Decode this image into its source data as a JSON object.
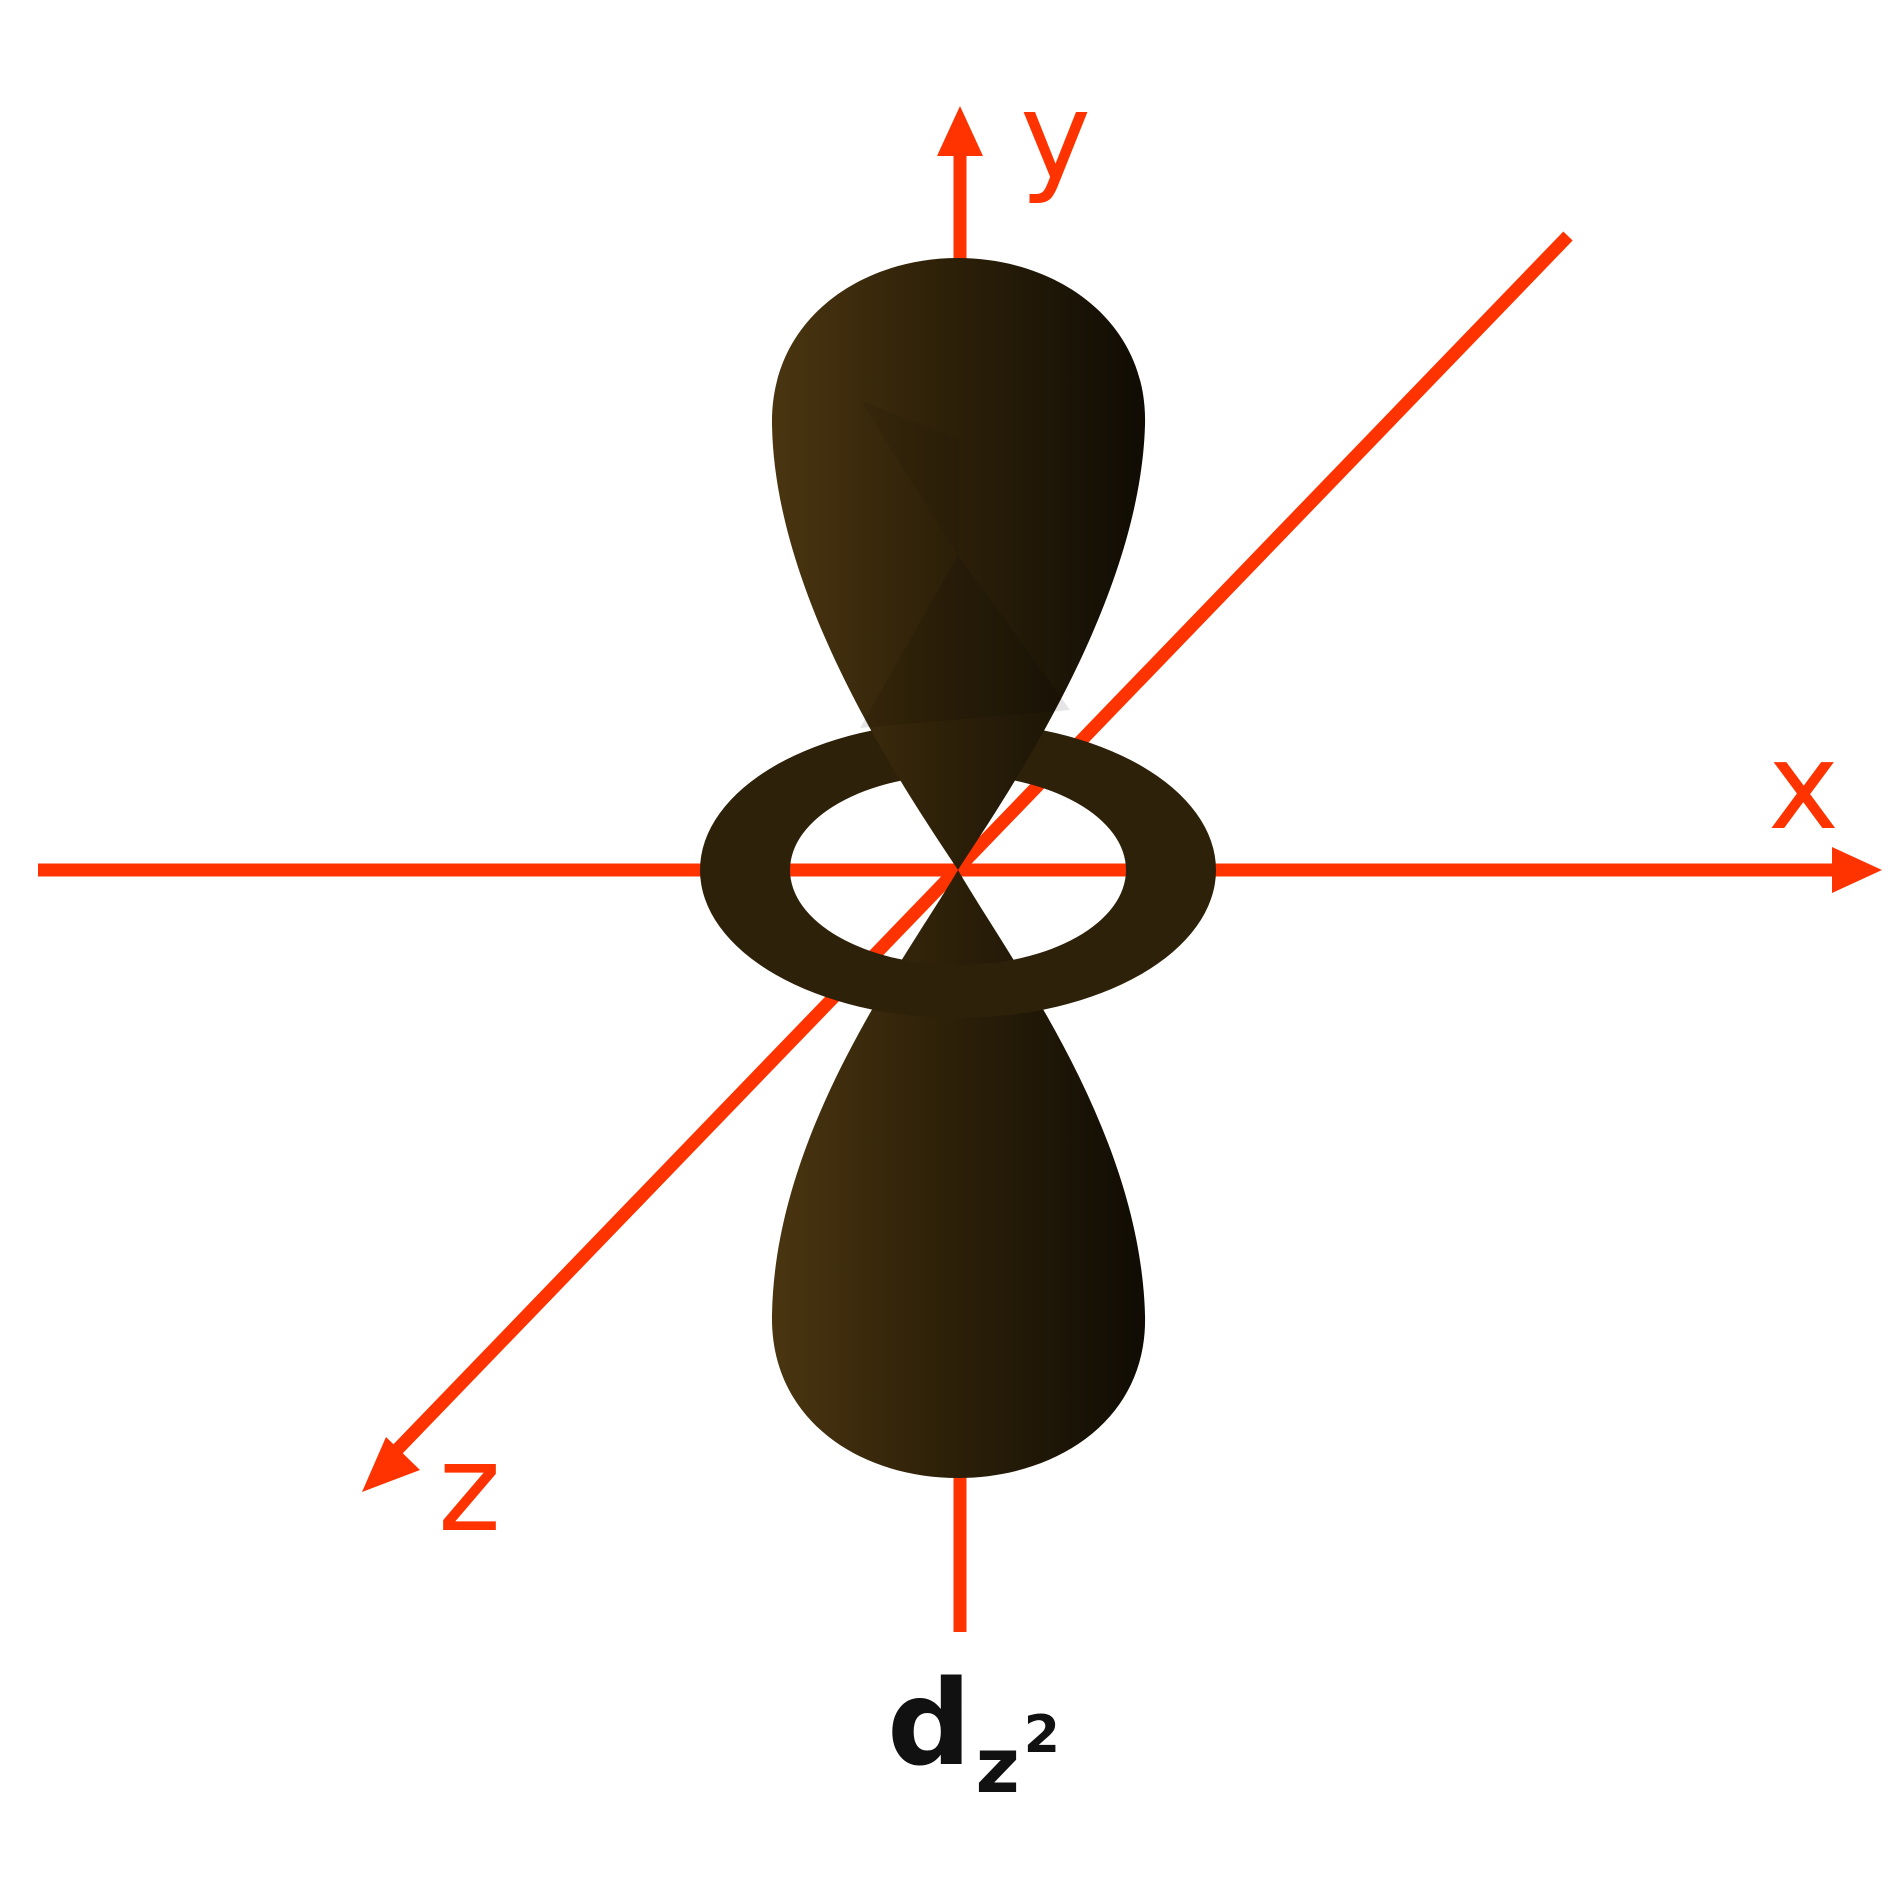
{
  "colors": {
    "axis": "#ff3300",
    "lobe_light": "#4a3510",
    "lobe_dark": "#100c04",
    "ring": "#2e2109",
    "label": "#111111"
  },
  "axes": {
    "x_label": "x",
    "y_label": "y",
    "z_label": "z"
  },
  "orbital": {
    "label_main": "d",
    "label_sub": "z",
    "label_sup": "2"
  }
}
